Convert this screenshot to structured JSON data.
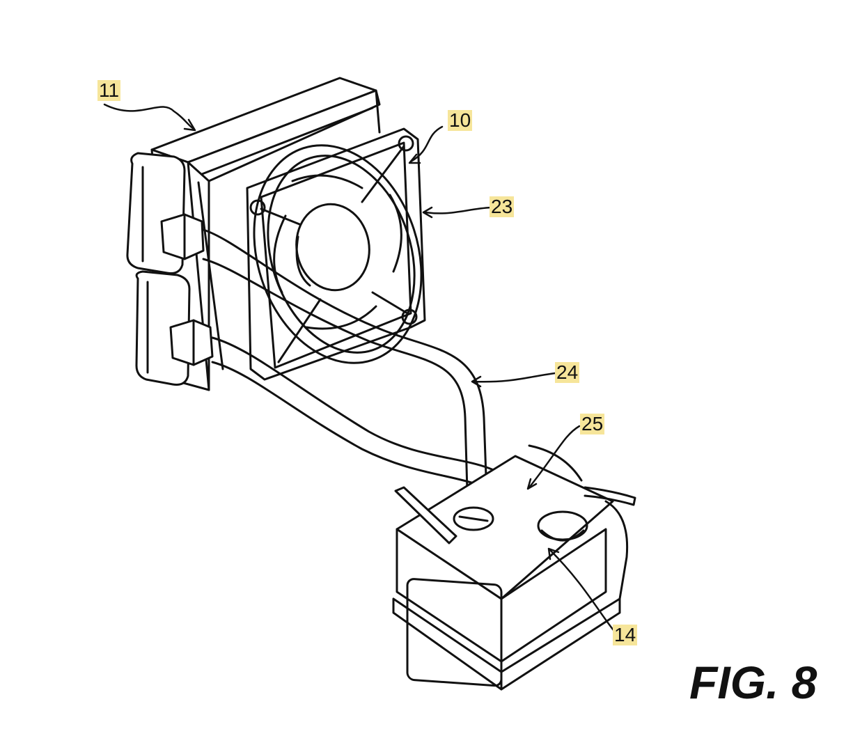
{
  "figure": {
    "title": "FIG. 8",
    "highlight_color": "#f6e59a",
    "line_color": "#111111",
    "labels": [
      {
        "id": "radiator",
        "text": "11"
      },
      {
        "id": "fan",
        "text": "10"
      },
      {
        "id": "fan-hub",
        "text": "23"
      },
      {
        "id": "tubing",
        "text": "24"
      },
      {
        "id": "pump-tube-fitting",
        "text": "25"
      },
      {
        "id": "pump-block",
        "text": "14"
      }
    ]
  }
}
